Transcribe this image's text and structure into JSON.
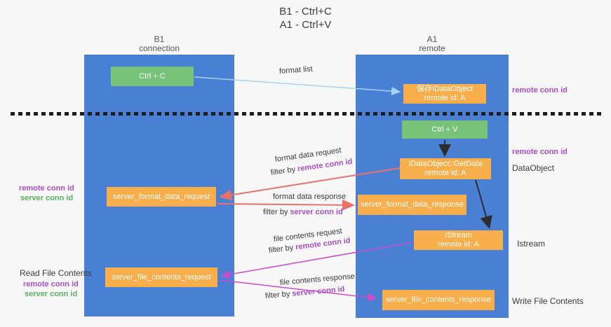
{
  "title": {
    "line1": "B1 - Ctrl+C",
    "line2": "A1 - Ctrl+V"
  },
  "lanes": {
    "left": {
      "title": "B1",
      "subtitle": "connection"
    },
    "right": {
      "title": "A1",
      "subtitle": "remote"
    }
  },
  "boxes": {
    "ctrl_c": {
      "label": "Ctrl + C"
    },
    "save_dataobject": {
      "line1": "保存IDataObject",
      "line2": "remote id: A"
    },
    "ctrl_v": {
      "label": "Ctrl + V"
    },
    "getdata": {
      "line1": "IDataObject::GetData",
      "line2": "remote id: A"
    },
    "format_request": {
      "label": "server_format_data_request"
    },
    "format_response": {
      "label": "server_format_data_response"
    },
    "istream": {
      "line1": "IStream",
      "line2": "remote id: A"
    },
    "file_request": {
      "label": "server_file_contents_request"
    },
    "file_response": {
      "label": "server_file_contents_response"
    }
  },
  "flow_labels": {
    "format_list": "format list",
    "format_data_request": "format data request",
    "format_data_response": "format data response",
    "file_contents_request": "file contents request",
    "file_contents_response": "file contents response",
    "filter_by": "filter by ",
    "remote_conn_id": "remote conn id",
    "server_conn_id": "server conn id"
  },
  "annotations": {
    "remote_conn_id": "remote conn id",
    "server_conn_id": "server conn id",
    "dataobject": "DataObject",
    "istream": "Istream",
    "read_file_contents": "Read File Contents",
    "write_file_contents": "Write File Contents"
  },
  "colors": {
    "lane_blue": "#4a80d4",
    "box_orange": "#f9ae4c",
    "box_green": "#77c37a",
    "arrow_red": "#e8716e",
    "arrow_magenta": "#cb4dcb",
    "arrow_lightblue": "#a6d3f2",
    "arrow_black": "#2d2d2d",
    "text_purple": "#a84fc8",
    "text_green": "#56b45e"
  }
}
